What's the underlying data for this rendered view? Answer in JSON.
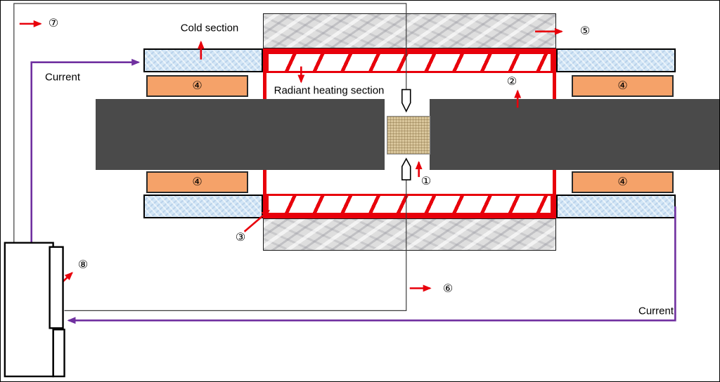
{
  "labels": {
    "cold_section": "Cold section",
    "radiant_heating_section": "Radiant heating section",
    "current_top": "Current",
    "current_bottom": "Current",
    "c1": "①",
    "c2": "②",
    "c3": "③",
    "c4": "④",
    "c5": "⑤",
    "c6": "⑥",
    "c7": "⑦",
    "c8": "⑧"
  },
  "colors": {
    "arrow_red": "#e8000b",
    "current_purple": "#7030a0",
    "heater_orange": "#f5a269",
    "cooling_blue": "#d3e6f6",
    "insulation_gray": "#dedede",
    "rod_dark": "#4a4a4a",
    "specimen_tan": "#d9c69c"
  }
}
